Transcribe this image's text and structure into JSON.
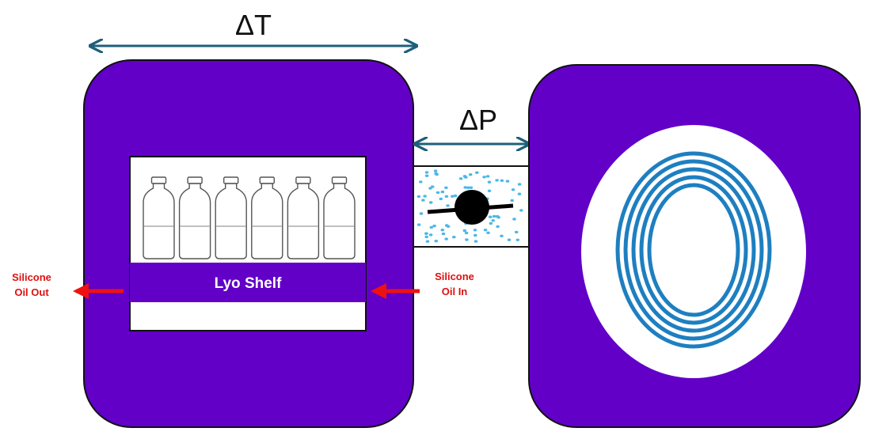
{
  "labels": {
    "delta_t": "ΔT",
    "delta_p": "ΔP",
    "shelf": "Lyo Shelf",
    "oil_in_line1": "Silicone",
    "oil_in_line2": "Oil In",
    "oil_out_line1": "Silicone",
    "oil_out_line2": "Oil Out"
  },
  "colors": {
    "chamber": "#6200C8",
    "chamber_border": "#111111",
    "arrow_dimension": "#1F5F7A",
    "oil_arrow": "#EE1111",
    "oil_text": "#DD1111",
    "condenser_coil": "#1E7FC0",
    "ice_dots": "#4BB8E8",
    "valve": "#000000"
  },
  "icons": {
    "vials": "vial-icon",
    "valve": "butterfly-valve-icon",
    "coil": "condenser-coil-icon"
  },
  "vial_count": 6,
  "coil_ring_count": 5
}
